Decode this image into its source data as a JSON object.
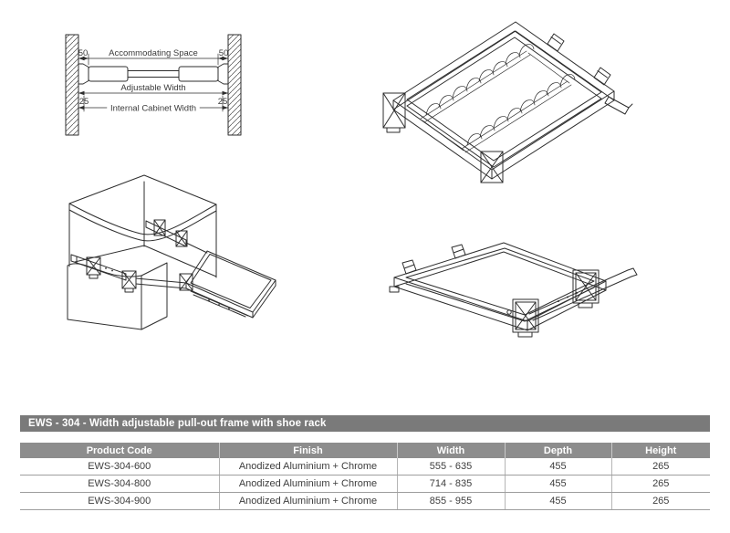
{
  "colors": {
    "page_bg": "#ffffff",
    "line_art": "#2e2e2e",
    "title_bar_bg": "#7a7a7a",
    "header_bg": "#8d8d8d",
    "cell_text": "#3d3d3d",
    "row_border": "#9e9e9e",
    "column_divider": "#b5b5b5"
  },
  "diagram": {
    "labels": {
      "accommodating_space": "Accommodating Space",
      "adjustable_width": "Adjustable Width",
      "internal_cabinet_width": "Internal Cabinet Width",
      "left_gap": "50",
      "right_gap": "50",
      "left_inset": "25",
      "right_inset": "25"
    }
  },
  "table": {
    "title": "EWS - 304 - Width adjustable pull-out frame with shoe rack",
    "columns": [
      "Product Code",
      "Finish",
      "Width",
      "Depth",
      "Height"
    ],
    "rows": [
      [
        "EWS-304-600",
        "Anodized Aluminium + Chrome",
        "555 - 635",
        "455",
        "265"
      ],
      [
        "EWS-304-800",
        "Anodized Aluminium + Chrome",
        "714 - 835",
        "455",
        "265"
      ],
      [
        "EWS-304-900",
        "Anodized Aluminium + Chrome",
        "855 - 955",
        "455",
        "265"
      ]
    ]
  }
}
